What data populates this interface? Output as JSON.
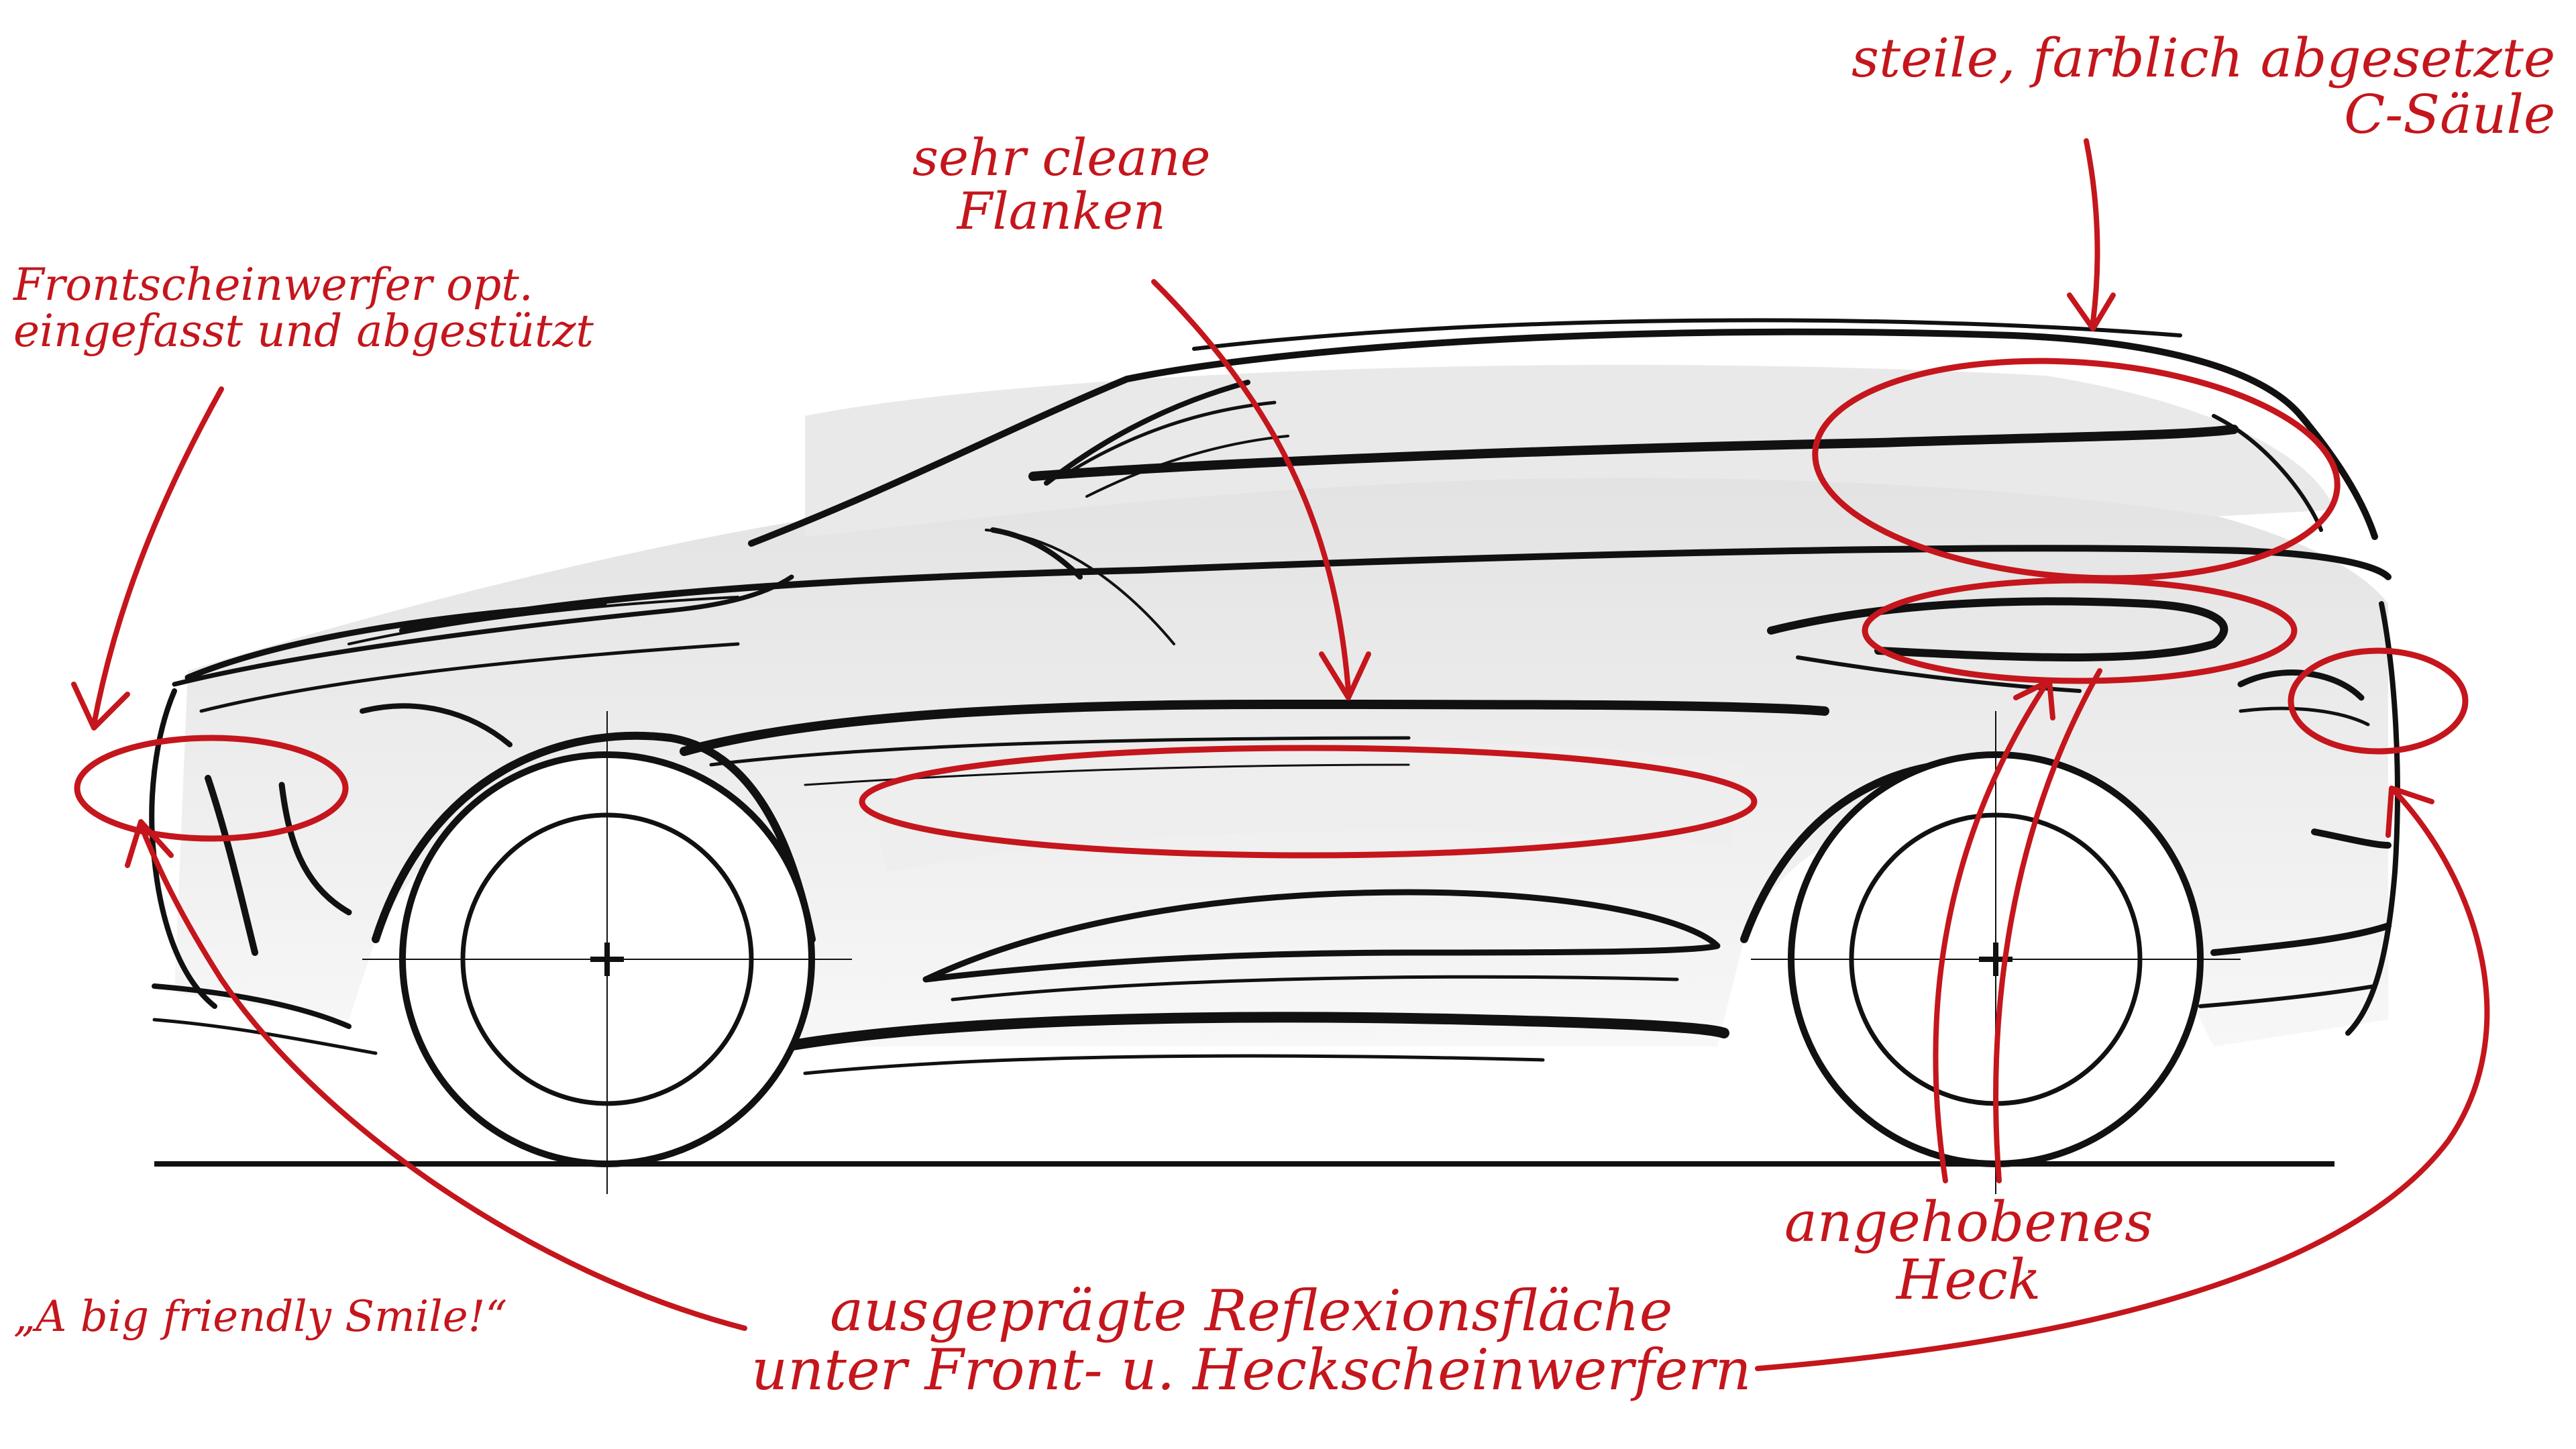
{
  "annotations": {
    "front_headlight": {
      "line1": "Frontscheinwerfer opt.",
      "line2": "eingefasst und abgestützt"
    },
    "clean_flanks": {
      "line1": "sehr cleane",
      "line2": "Flanken"
    },
    "c_pillar": {
      "line1": "steile, farblich abgesetzte",
      "line2": "C-Säule"
    },
    "smile": "„A big friendly Smile!“",
    "reflection_surface": {
      "line1": "ausgeprägte Reflexionsfläche",
      "line2": "unter Front- u. Heckscheinwerfern"
    },
    "raised_rear": {
      "line1": "angehobenes",
      "line2": "Heck"
    }
  },
  "colors": {
    "annotation": "#c4161c",
    "ink": "#111111",
    "shade": "#d9d9d9"
  }
}
